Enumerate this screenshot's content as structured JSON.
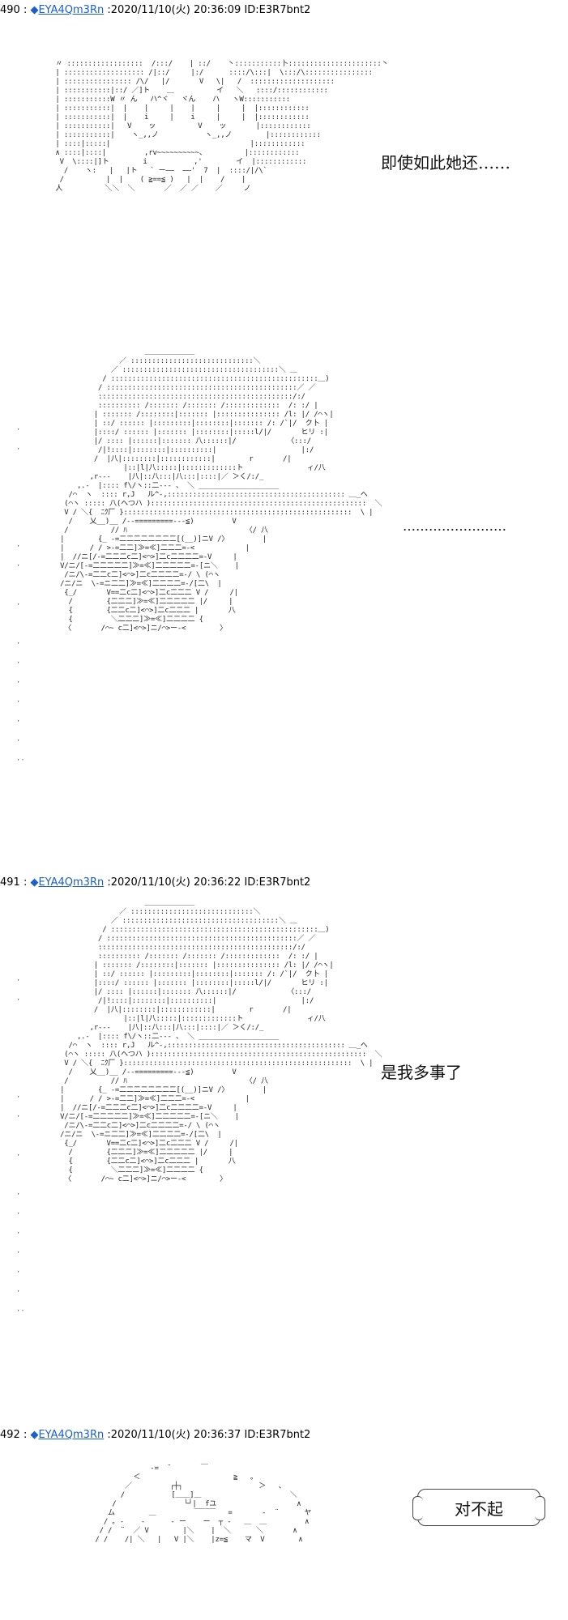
{
  "posts": [
    {
      "number": "490 :",
      "diamond": "◆",
      "name": "EYA4Qm3Rn",
      "meta": ":2020/11/10(火) 20:36:09 ID:E3R7bnt2",
      "dialogue": [
        "即使如此她还……",
        "……………………"
      ]
    },
    {
      "number": "491 :",
      "diamond": "◆",
      "name": "EYA4Qm3Rn",
      "meta": ":2020/11/10(火) 20:36:22 ID:E3R7bnt2",
      "dialogue": [
        "是我多事了"
      ]
    },
    {
      "number": "492 :",
      "diamond": "◆",
      "name": "EYA4Qm3Rn",
      "meta": ":2020/11/10(火) 20:36:37 ID:E3R7bnt2",
      "dialogue": [
        "对不起"
      ]
    }
  ],
  "ascii_art": {
    "face_closeup": "  〃 ::::::::::::::::::  /:::/    | ::/    丶:::::::::::卜::::::::::::::::::::::丶\n  | ::::::::::::::::::: /|::/     |:/      ::::/\\:::|  \\:::/\\::::::::::::::::\n  | :::::::::::::::: /\\/   |/       V   \\|   /  ::::::::::::::::::::\n  | :::::::::::|::/ ／]ト    ＿          イ   ＼   ::::/::::::::::::\n  | :::::::::::W 〃 ん   ハ^ヾ   ヾん    ハ   ヽW:::::::::::\n  | :::::::::::|  |    |     |    |     |     |  |::::::::::::\n  | :::::::::::|  |    i     |    i     |     |  |::::::::::::\n  | :::::::::::|   V    ッ          V    ッ       |::::::::::::\n  | :::::::::::|    ヽ_,,ノ           ヽ_,,ノ        |::::::::::::\n  | ::::|:::::|                                 |::::::::::::\n  ∧ ::::|::::|         ,rv~~~~~~~~~~、         |::::::::::::\n   V  \\::::|]ト        i           ,'        イ  |::::::::::::\n    /    ヽ:   |   |ト   ` ー――  ――'  7  |  ::::/|/\\`\n   /          |  |    ( ≧==≦ )   |  |    /    |\n  人          ＼＼  ＼       ／  ／ ／    ／     ノ",
    "girl_hat_1": "                         ＿＿＿＿＿＿＿\n                   ／ :::::::::::::::::::::::::::::＼\n                 ／ :::::::::::::::::::::::::::::::::::::＼ ＿\n               / :::::::::::::::::::::::::::::::::::::::::::::::::＿)\n              / :::::::::::::::::::::::::::::::::::::::::::::／ ／\n              ::::::::::::::::::::::::::::::::::::::::::::::/:/\n              :::::::::: /::::::: /::::::: /:::::::::::::  /: :/ |\n             | ::::::: /::::::::|::::::: |::::::::::::::: /l: |/ /⌒ヽ|\n             | ::/ :::::: |:::::::::|::::::::|::::::: /: /`|/  ク卜 |\n             |::::/ :::::: |::::::: |::::::::|:::::l/|/       ヒリ :|\n             |/ :::: |::::::|::::::: 八::::::|/            〈:::/\n              /|!::::|::::::::|::::::::::|                    |:/\n             /  |八|::::::::|::::::::::::|        r       /|\n                    |::|l|八:::::|:::::::::::::ト               ィ/八\n            ,r‐‐-    |八|::八:::|八:::|::::|／ ＞く/:/_\n         ,.-  |:::: f\\/ヽ::二--- 、 ＼ ___________________\n       /⌒  ヽ  :::: r,J   ル^-,:::::::::::::::::::::::::::::::::::::::::: ＿_ヘ\n      (⌒ヽ ::::: 八(ヘつハ ):::::::::::::::::::::::::::::::::::::::::::::::::::  ＼\n      V / ＼{  ﾆｸ厂 }::::::::::::::::::::::::::::::::::::::::::::::::::::::  \\ |\n       /    乂__)__ /--=========---≦)         V\n      /          // ﾊ                            〈/ 八\n     |        {_ -=二二二二二二二二[(__)]ニV /〉        |\n     |      / / >-=二二]≫=≪]二二二=-<            |\n     |  //ニ[/-=二二二c二]<⌒>]二c二二二二=-V     |\n     V/ニ/[-=二二二二二]≫=≪]二二二二二=-[ニ＼    |\n      /ニ/\\-=二二c二]<⌒>]二c二二二二=-/ \\ (⌒ヽ\n     /ニ/ニ  \\-=ニ二二]≫=≪]二二二二=-/[二\\  |\n      {_/       V==二c二]<⌒>]二c二二二 V /     /|\n       /        {二二二]≫=≪]二二二二二 |/     |\n       {        {二二c二]<⌒>]二c二二二 |       八\n       {         ＼二二二]≫=≪]二二二二 {\n      〈       /⌒~ c二]<⌒>]ニ/⌒>ー‐<        〉",
    "girl_hat_2": "                         ＿＿＿＿＿＿＿\n                   ／ :::::::::::::::::::::::::::::＼\n                 ／ :::::::::::::::::::::::::::::::::::::＼ ＿\n               / :::::::::::::::::::::::::::::::::::::::::::::::::＿)\n              / :::::::::::::::::::::::::::::::::::::::::::::／ ／\n              ::::::::::::::::::::::::::::::::::::::::::::::/:/\n              :::::::::: /::::::: /::::::: /:::::::::::::  /: :/ |\n             | ::::::: /::::::::|::::::: |::::::::::::::: /l: |/ /⌒ヽ|\n             | ::/ :::::: |:::::::::|::::::::|::::::: /: /`|/  ク卜 |\n             |::::/ :::::: |::::::: |::::::::|:::::l/|/       ヒリ :|\n             |/ :::: |::::::|::::::: 八::::::|/            〈:::/\n              /|!::::|::::::::|::::::::::|                    |:/\n             /  |八|::::::::|::::::::::::|        r       /|\n                    |::|l|八:::::|:::::::::::::ト               ィ/八\n            ,r‐‐-    |八|::八:::|八:::|::::|／ ＞く/:/_\n         ,.-  |:::: f\\/ヽ::二--- 、 ＼ ___________________\n       /⌒  ヽ  :::: r,J   ル^-,:::::::::::::::::::::::::::::::::::::::::: ＿_ヘ\n      (⌒ヽ ::::: 八(ヘつハ ):::::::::::::::::::::::::::::::::::::::::::::::::::  ＼\n      V / ＼{  ﾆｸ厂 }::::::::::::::::::::::::::::::::::::::::::::::::::::::  \\ |\n       /    乂__)__ /--=========---≦)         V\n      /          // ﾊ                            〈/ 八\n     |        {_ -=二二二二二二二二[(__)]ニV /〉        |\n     |      / / >-=二二]≫=≪]二二二=-<            |\n     |  //ニ[/-=二二二c二]<⌒>]二c二二二二=-V     |\n     V/ニ/[-=二二二二二]≫=≪]二二二二二=-[ニ＼    |\n      /ニ/\\-=二二c二]<⌒>]二c二二二二=-/ \\ (⌒ヽ\n     /ニ/ニ  \\-=ニ二二]≫=≪]二二二二=-/[二\\  |\n      {_/       V==二c二]<⌒>]二c二二二 V /     /|\n       /        {二二二]≫=≪]二二二二二 |/     |\n       {        {二二c二]<⌒>]二c二二二 |       八\n       {         ＼二二二]≫=≪]二二二二 {\n      〈       /⌒~ c二]<⌒>]ニ/⌒>ー‐<        〉",
    "closeup_bottom": "                        -=  ¨       ￣\n                    ＜                      ≧   。\n                  ／         ┌┼┐                  ＞   、\n                 /           [＿＿]＿                     ＼\n               /                └┘|  fユ                   ∧\n              ム        ＿         ￣￣￣   =       -  ¨      ヤ\n             / ｡ -    ‐      - ー    ー  ┬ -   ＿  ＿         ∧\n            / /  ¨  ／ V        |＼    |  ＼      ＼       ∧\n           / /    /| ＼   |   V |＼    |z=≦    マ  V        ∧"
  },
  "side_dots": {
    "col1": "·\n·\n \n \n \n \n·\n·\n \n·\n \n·\n·\n·\n·\n·\n·\n··",
    "col2": "·\n·\n \n \n \n \n·\n·\n \n·\n \n·\n·\n·\n·\n·\n·\n··"
  }
}
